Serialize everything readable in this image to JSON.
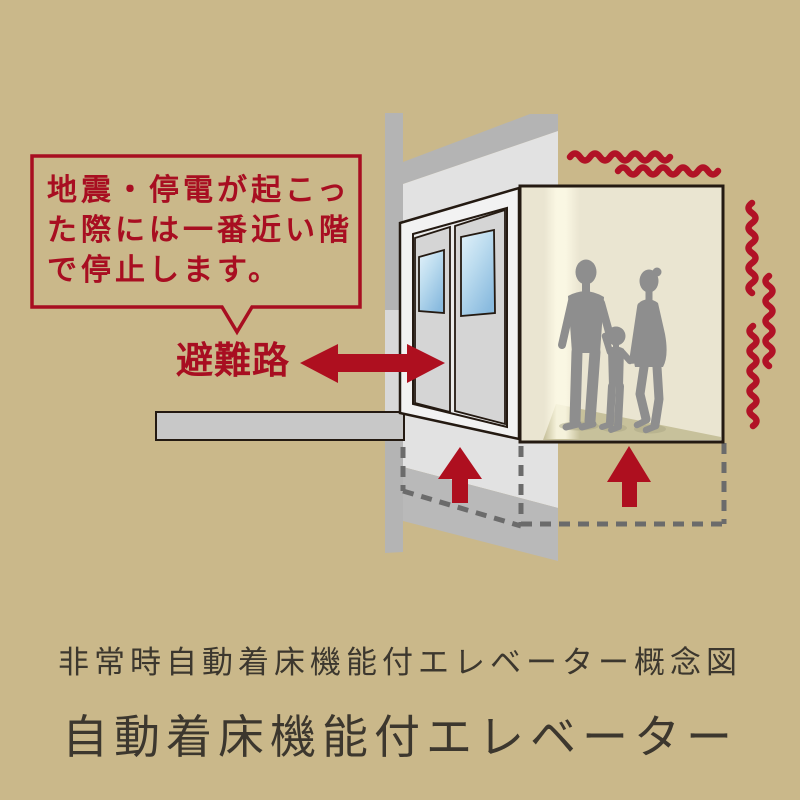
{
  "callout": {
    "lines": [
      "地震・停電が起こっ",
      "た際には一番近い階",
      "で停止します。"
    ]
  },
  "labels": {
    "evacuation_route": "避難路"
  },
  "captions": {
    "subtitle": "非常時自動着床機能付エレベーター概念図",
    "title": "自動着床機能付エレベーター"
  },
  "icons": {
    "shake_horizontal": "earthquake-shake-lines",
    "shake_vertical": "earthquake-shake-lines",
    "up_arrows": "elevator-rising-arrows",
    "double_arrow": "evacuation-direction-arrow"
  },
  "colors": {
    "background": "#cab88a",
    "red": "#a80e21",
    "arrow_red": "#ae0f1f",
    "squiggle_red": "#b11226",
    "wall_mid": "#b4b4b4",
    "wall_light": "#e2e2e2",
    "wall_lower": "#b9b9b9",
    "jamb": "#d8d8d8",
    "slab": "#c8c8c8",
    "outline": "#241a12",
    "face": "#f2f2f2",
    "recess": "#ebebeb",
    "door": "#d5d5d5",
    "interior": "#eae5d1",
    "floor_olive": "#c7c19b",
    "people_gray": "#8e8e8e",
    "dash_gray": "#6b6b6b",
    "caption_color": "#3c372e"
  }
}
